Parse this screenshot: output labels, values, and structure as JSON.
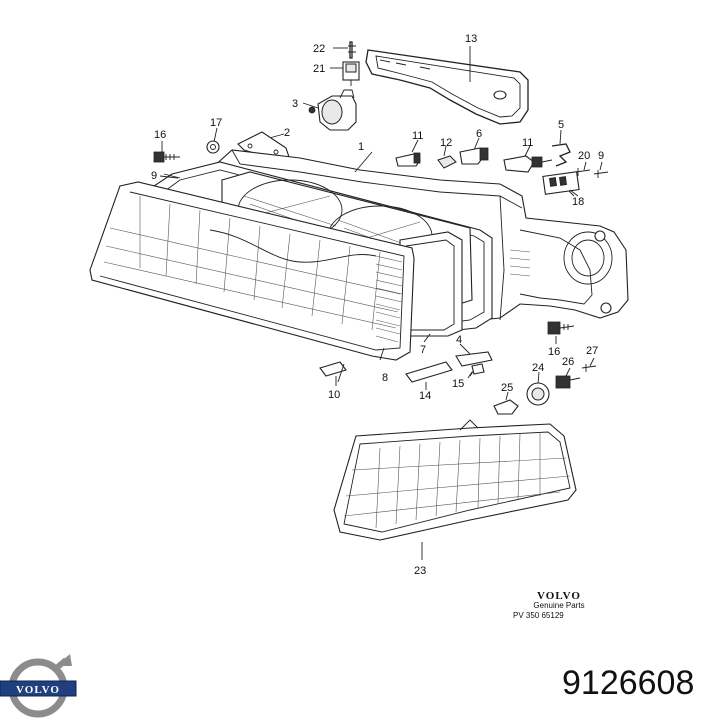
{
  "callouts": {
    "c1": "1",
    "c2": "2",
    "c3": "3",
    "c4": "4",
    "c5": "5",
    "c6": "6",
    "c7": "7",
    "c8": "8",
    "c9a": "9",
    "c9b": "9",
    "c10": "10",
    "c11a": "11",
    "c11b": "11",
    "c12": "12",
    "c13": "13",
    "c14": "14",
    "c15": "15",
    "c16a": "16",
    "c16b": "16",
    "c17": "17",
    "c18": "18",
    "c20": "20",
    "c21": "21",
    "c22": "22",
    "c23": "23",
    "c24": "24",
    "c25": "25",
    "c26": "26",
    "c27": "27"
  },
  "brand_block": {
    "name": "VOLVO",
    "subtitle": "Genuine Parts",
    "code": "PV  350  65129"
  },
  "emblem": {
    "text": "VOLVO"
  },
  "part_number": "9126608"
}
